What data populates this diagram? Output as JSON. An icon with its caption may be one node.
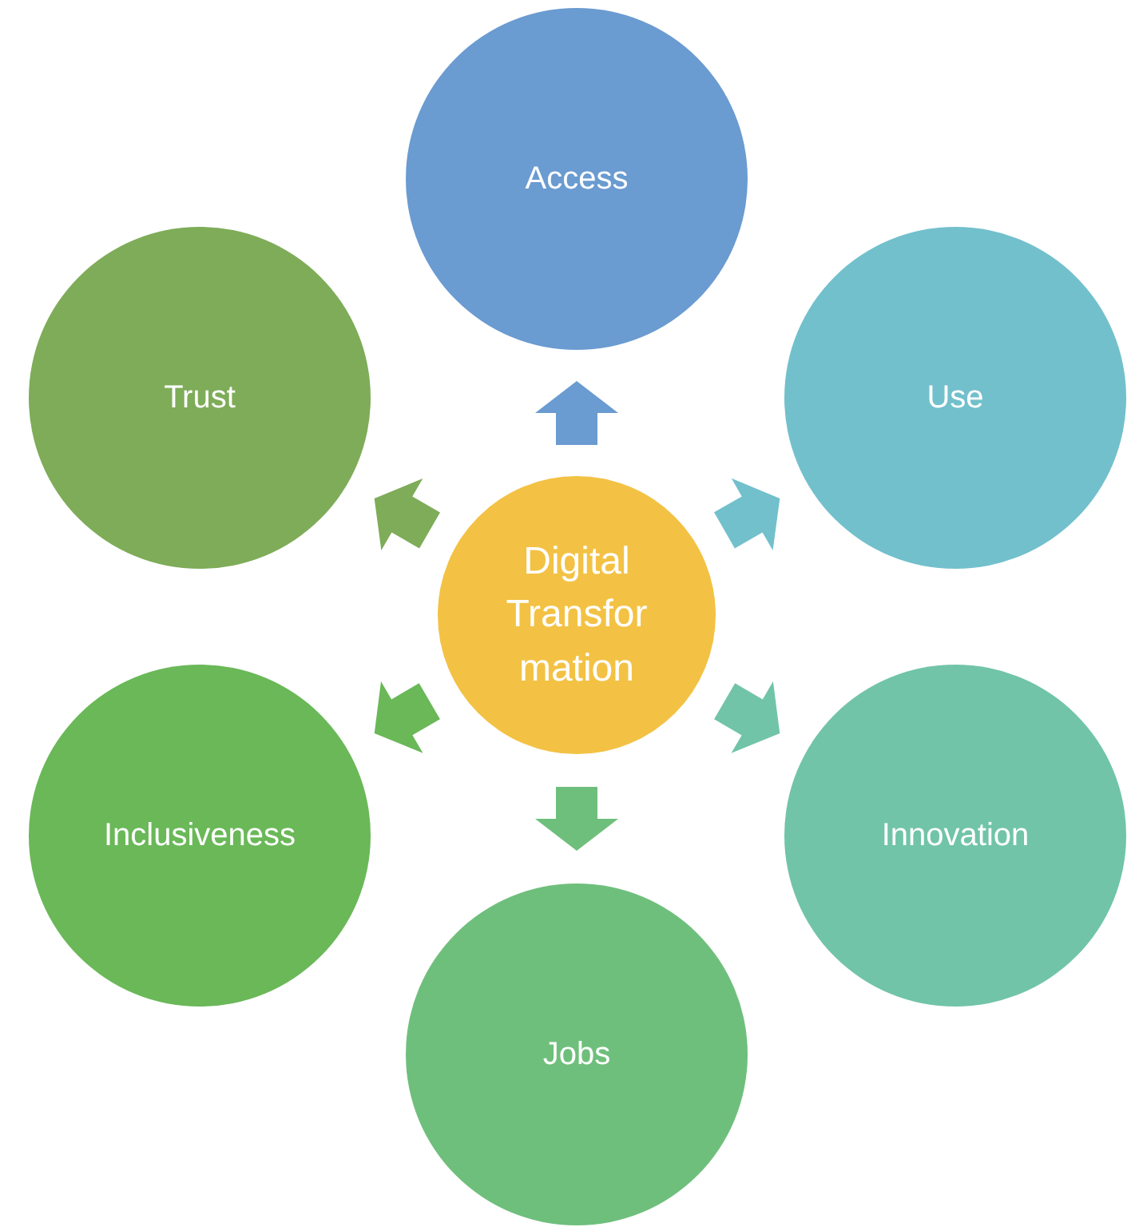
{
  "diagram": {
    "nodes": [
      {
        "text": [
          "Digital Transformation"
        ]
      },
      {
        "text": [
          "Access"
        ]
      },
      {
        "text": [
          "Use"
        ]
      },
      {
        "text": [
          "Innovation"
        ]
      },
      {
        "text": [
          "Jobs"
        ]
      },
      {
        "text": [
          "Inclusiveness"
        ]
      },
      {
        "text": [
          "Trust"
        ]
      }
    ],
    "edges": [
      {
        "from": 0,
        "to": 1,
        "arrow": "to",
        "style": "thick",
        "color": "#6a9bd1"
      },
      {
        "from": 0,
        "to": 2,
        "arrow": "to",
        "style": "thick",
        "color": "#72c0cc"
      },
      {
        "from": 0,
        "to": 3,
        "arrow": "to",
        "style": "thick",
        "color": "#71c4a7"
      },
      {
        "from": 0,
        "to": 4,
        "arrow": "to",
        "style": "thick",
        "color": "#6fbf7c"
      },
      {
        "from": 0,
        "to": 5,
        "arrow": "to",
        "style": "thick",
        "color": "#6ab858"
      },
      {
        "from": 0,
        "to": 6,
        "arrow": "to",
        "style": "thick",
        "color": "#7eac58"
      }
    ]
  }
}
